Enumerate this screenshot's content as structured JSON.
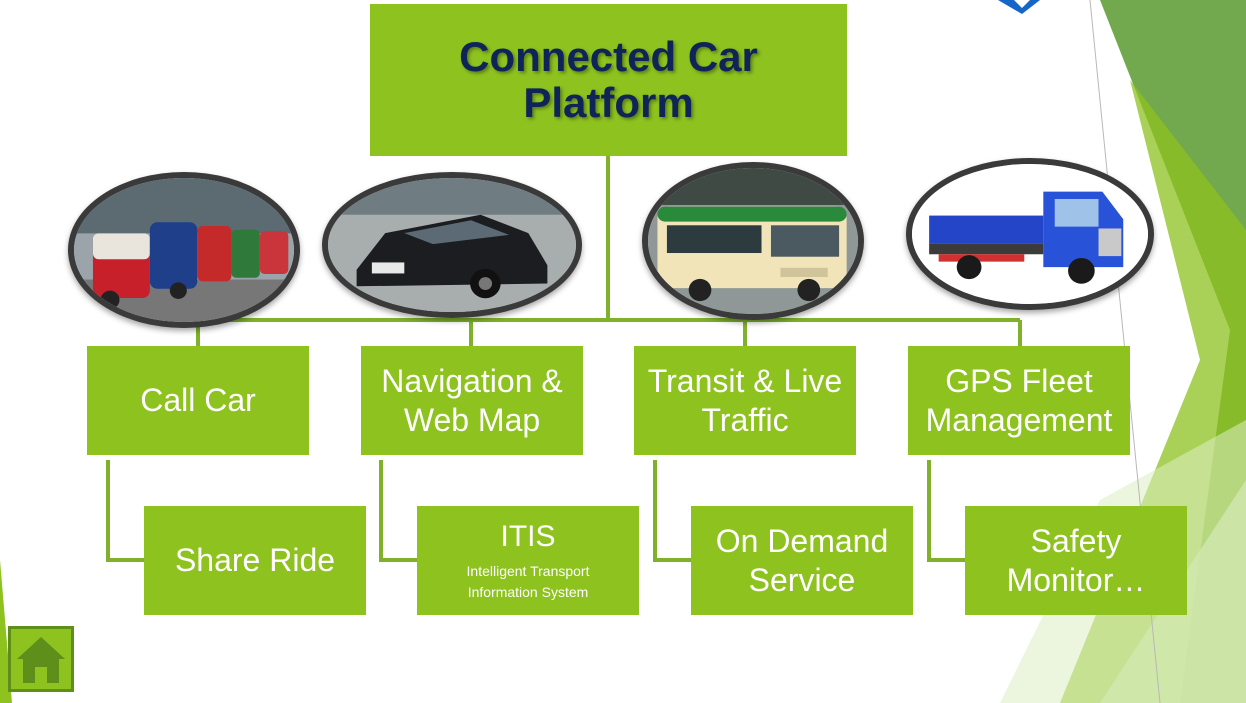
{
  "title": "Connected Car Platform",
  "categories": [
    {
      "label": "Call Car",
      "sub": {
        "label": "Share Ride",
        "note": ""
      }
    },
    {
      "label": "Navigation & Web Map",
      "sub": {
        "label": "ITIS",
        "note": "Intelligent Transport Information System"
      }
    },
    {
      "label": "Transit & Live Traffic",
      "sub": {
        "label": "On Demand Service",
        "note": ""
      }
    },
    {
      "label": "GPS Fleet Management",
      "sub": {
        "label": "Safety Monitor…",
        "note": ""
      }
    }
  ],
  "images": [
    "taxi-queue-photo",
    "sedan-car-photo",
    "minibus-photo",
    "truck-photo"
  ],
  "icons": {
    "home": "home-icon"
  },
  "colors": {
    "box": "#8dc21f",
    "line": "#7fb12a",
    "title_text": "#0f2458",
    "accent_dark": "#5b9a2f"
  }
}
